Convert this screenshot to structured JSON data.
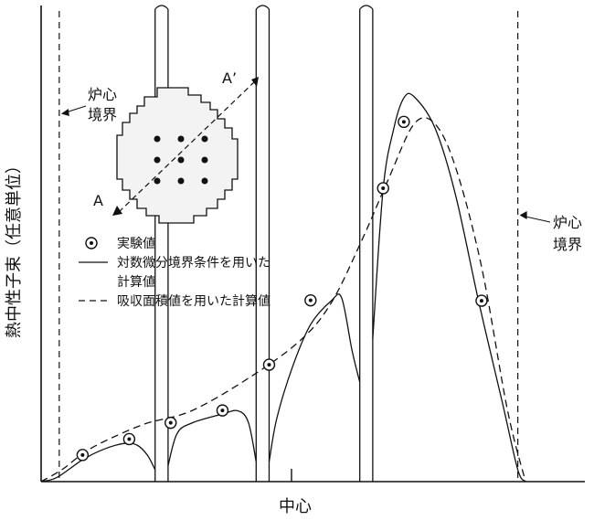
{
  "chart_data": {
    "type": "line",
    "xlabel": "中心",
    "ylabel": "熱中性子束（任意単位）",
    "xlim": [
      0,
      1
    ],
    "ylim": [
      0,
      1
    ],
    "grid": false,
    "legend": {
      "placement": "middle-left",
      "entries": [
        {
          "marker": "dot-circle",
          "label": "実験値"
        },
        {
          "marker": "solid-line",
          "label_lines": [
            "対数微分境界条件を用いた",
            "計算値"
          ]
        },
        {
          "marker": "dashed-line",
          "label": "吸収面積値を用いた計算値"
        }
      ]
    },
    "annotations": {
      "left_boundary": {
        "label_lines": [
          "炉心",
          "境界"
        ],
        "x": 0.035
      },
      "right_boundary": {
        "label_lines": [
          "炉心",
          "境界"
        ],
        "x": 0.92
      },
      "section_start": "A",
      "section_end": "A’"
    },
    "rods": [
      {
        "x_left": 0.22,
        "x_right": 0.245
      },
      {
        "x_left": 0.415,
        "x_right": 0.44
      },
      {
        "x_left": 0.615,
        "x_right": 0.64
      }
    ],
    "series": [
      {
        "label_ref": "log-derivative",
        "style": "solid",
        "segments": [
          [
            [
              0.0,
              0.0
            ],
            [
              0.03,
              0.01
            ],
            [
              0.08,
              0.055
            ],
            [
              0.12,
              0.081
            ],
            [
              0.16,
              0.096
            ],
            [
              0.185,
              0.092
            ],
            [
              0.205,
              0.067
            ],
            [
              0.22,
              0.03
            ]
          ],
          [
            [
              0.245,
              0.04
            ],
            [
              0.262,
              0.12
            ],
            [
              0.29,
              0.147
            ],
            [
              0.35,
              0.17
            ],
            [
              0.38,
              0.178
            ],
            [
              0.4,
              0.149
            ],
            [
              0.415,
              0.05
            ]
          ],
          [
            [
              0.44,
              0.05
            ],
            [
              0.455,
              0.16
            ],
            [
              0.485,
              0.288
            ],
            [
              0.52,
              0.395
            ],
            [
              0.56,
              0.455
            ],
            [
              0.58,
              0.462
            ],
            [
              0.6,
              0.33
            ],
            [
              0.615,
              0.25
            ]
          ],
          [
            [
              0.64,
              0.36
            ],
            [
              0.66,
              0.735
            ],
            [
              0.68,
              0.885
            ],
            [
              0.7,
              0.965
            ],
            [
              0.72,
              0.968
            ],
            [
              0.76,
              0.89
            ],
            [
              0.8,
              0.72
            ],
            [
              0.845,
              0.45
            ],
            [
              0.89,
              0.2
            ],
            [
              0.92,
              0.03
            ],
            [
              0.935,
              0.0
            ]
          ]
        ]
      },
      {
        "label_ref": "absorption-area",
        "style": "dashed",
        "points": [
          [
            0.0,
            0.0
          ],
          [
            0.04,
            0.03
          ],
          [
            0.08,
            0.07
          ],
          [
            0.12,
            0.1
          ],
          [
            0.2,
            0.145
          ],
          [
            0.29,
            0.178
          ],
          [
            0.4,
            0.26
          ],
          [
            0.5,
            0.355
          ],
          [
            0.56,
            0.45
          ],
          [
            0.62,
            0.61
          ],
          [
            0.67,
            0.76
          ],
          [
            0.72,
            0.9
          ],
          [
            0.76,
            0.9
          ],
          [
            0.8,
            0.79
          ],
          [
            0.85,
            0.54
          ],
          [
            0.9,
            0.18
          ],
          [
            0.935,
            0.0
          ]
        ]
      }
    ],
    "experimental_points": [
      [
        0.08,
        0.067
      ],
      [
        0.17,
        0.107
      ],
      [
        0.25,
        0.148
      ],
      [
        0.35,
        0.179
      ],
      [
        0.44,
        0.294
      ],
      [
        0.52,
        0.456
      ],
      [
        0.66,
        0.738
      ],
      [
        0.7,
        0.905
      ],
      [
        0.85,
        0.455
      ]
    ],
    "inset": {
      "description_ref": "core-cross-section",
      "fuel_grid": {
        "rows": 3,
        "cols": 3
      }
    }
  }
}
